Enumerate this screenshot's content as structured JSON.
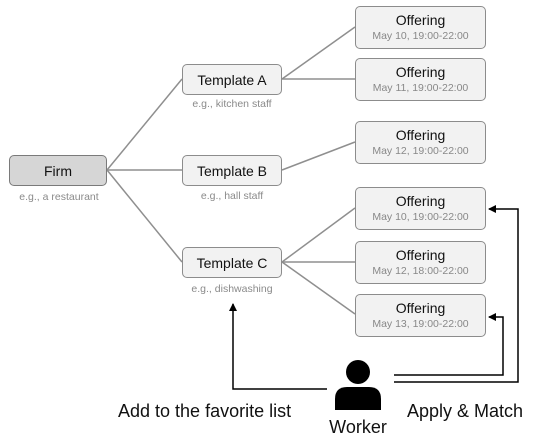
{
  "firm": {
    "title": "Firm",
    "note": "e.g., a restaurant"
  },
  "templates": [
    {
      "title": "Template A",
      "note": "e.g., kitchen staff"
    },
    {
      "title": "Template B",
      "note": "e.g., hall staff"
    },
    {
      "title": "Template C",
      "note": "e.g., dishwashing"
    }
  ],
  "offerings": [
    {
      "title": "Offering",
      "date": "May 10, 19:00-22:00"
    },
    {
      "title": "Offering",
      "date": "May 11, 19:00-22:00"
    },
    {
      "title": "Offering",
      "date": "May 12, 19:00-22:00"
    },
    {
      "title": "Offering",
      "date": "May 10, 19:00-22:00"
    },
    {
      "title": "Offering",
      "date": "May 12, 18:00-22:00"
    },
    {
      "title": "Offering",
      "date": "May 13, 19:00-22:00"
    }
  ],
  "worker": {
    "label": "Worker"
  },
  "actions": {
    "favorite": "Add to the favorite list",
    "apply": "Apply & Match"
  }
}
